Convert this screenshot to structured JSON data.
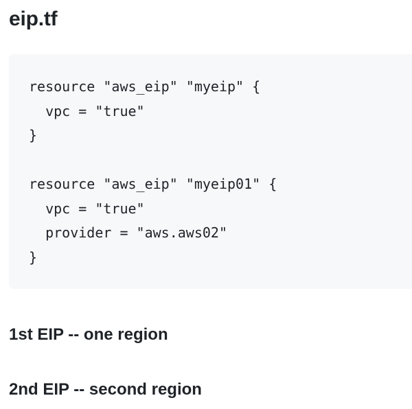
{
  "heading": "eip.tf",
  "code": {
    "lines": [
      "resource \"aws_eip\" \"myeip\" {",
      "  vpc = \"true\"",
      "}",
      "",
      "resource \"aws_eip\" \"myeip01\" {",
      "  vpc = \"true\"",
      "  provider = \"aws.aws02\"",
      "}"
    ]
  },
  "paragraphs": [
    "1st EIP -- one region",
    "2nd EIP -- second region"
  ],
  "colors": {
    "text": "#1f2328",
    "code_background": "#f6f8fa",
    "page_background": "#ffffff"
  }
}
